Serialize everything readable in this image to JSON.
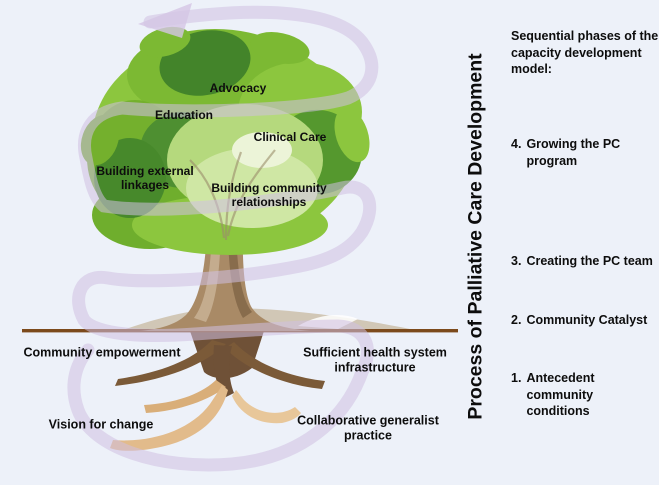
{
  "colors": {
    "background": "#edf1f9",
    "spiral_arrow": "#cfc0e2",
    "canopy_green": "#8cc63e",
    "canopy_dark_green": "#4e8f31",
    "trunk_brown": "#a98a66",
    "root_light_brown": "#e2bb8b",
    "ground_line_brown": "#7c4a1c",
    "text_black": "#0d0d0d"
  },
  "icons": {
    "spiral_arrow": "spiral-growth-arrow-icon"
  },
  "tree": {
    "canopy_labels": [
      "Advocacy",
      "Education",
      "Clinical Care",
      "Building external\nlinkages",
      "Building community\nrelationships"
    ],
    "root_labels": [
      "Community empowerment",
      "Sufficient health system\ninfrastructure",
      "Vision for change",
      "Collaborative generalist\npractice"
    ]
  },
  "vertical_title": "Process of Palliative Care Development",
  "phases_panel": {
    "heading": "Sequential phases of the\ncapacity development\nmodel:",
    "items": [
      {
        "number": "4.",
        "label": "Growing the PC\nprogram"
      },
      {
        "number": "3.",
        "label": "Creating the PC team"
      },
      {
        "number": "2.",
        "label": "Community Catalyst"
      },
      {
        "number": "1.",
        "label": "Antecedent community\nconditions"
      }
    ]
  }
}
